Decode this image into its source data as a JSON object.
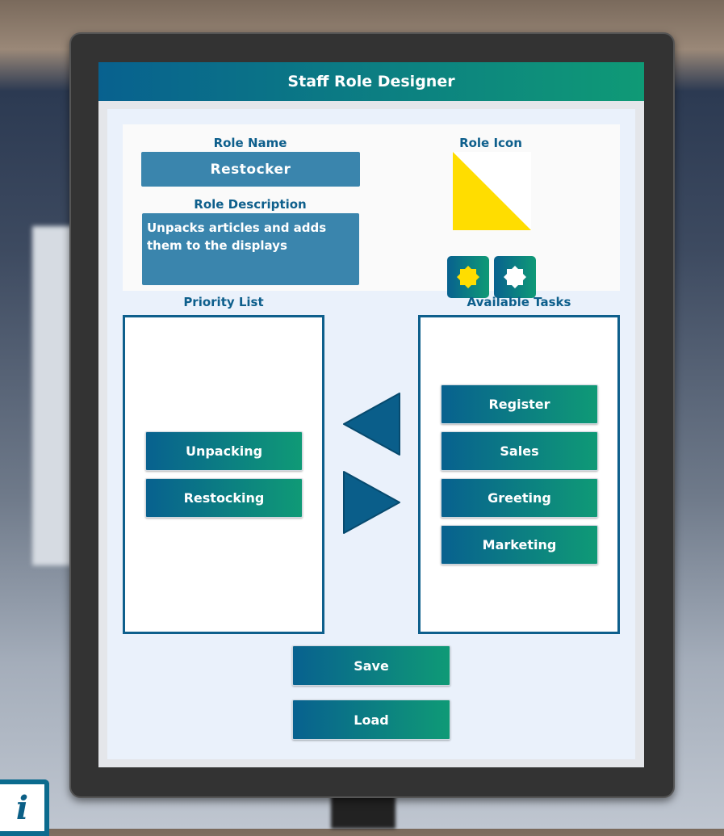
{
  "title": "Staff Role Designer",
  "role_name": {
    "label": "Role Name",
    "value": "Restocker"
  },
  "role_description": {
    "label": "Role Description",
    "value": "Unpacks articles and adds them to the displays"
  },
  "role_icon": {
    "label": "Role Icon",
    "color": "#ffdd00"
  },
  "priority_list": {
    "label": "Priority List",
    "items": [
      "Unpacking",
      "Restocking"
    ]
  },
  "available_tasks": {
    "label": "Available Tasks",
    "items": [
      "Register",
      "Sales",
      "Greeting",
      "Marketing"
    ]
  },
  "buttons": {
    "save": "Save",
    "load": "Load"
  },
  "info": "i"
}
